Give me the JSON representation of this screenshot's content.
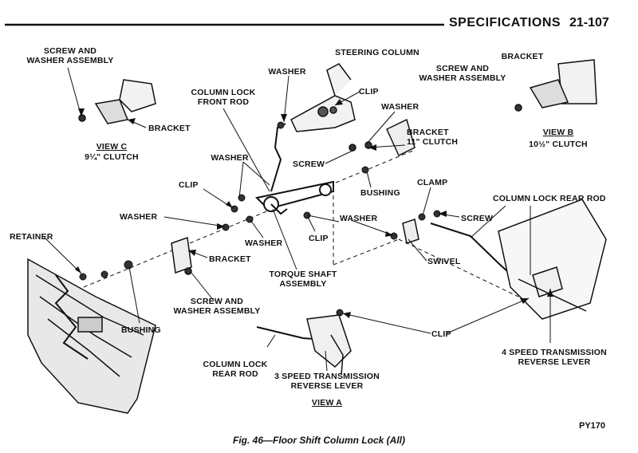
{
  "header": {
    "title": "SPECIFICATIONS",
    "page": "21-107"
  },
  "caption": "Fig. 46—Floor Shift Column Lock (All)",
  "figure_ref": "PY170",
  "view_c": {
    "screw_and_washer": [
      "SCREW AND",
      "WASHER ASSEMBLY"
    ],
    "bracket": "BRACKET",
    "title": "VIEW C",
    "subtitle": "9¼\" CLUTCH"
  },
  "view_b": {
    "bracket": "BRACKET",
    "screw_and_washer": [
      "SCREW AND",
      "WASHER ASSEMBLY"
    ],
    "title": "VIEW B",
    "subtitle": "10½\" CLUTCH"
  },
  "view_a": {
    "column_lock_rear_rod": [
      "COLUMN LOCK",
      "REAR ROD"
    ],
    "reverse_lever": [
      "3 SPEED TRANSMISSION",
      "REVERSE LEVER"
    ],
    "title": "VIEW A"
  },
  "labels": {
    "washer_top": "WASHER",
    "steering_column": "STEERING COLUMN",
    "column_lock_front_rod": [
      "COLUMN LOCK",
      "FRONT ROD"
    ],
    "clip_top": "CLIP",
    "washer_mid_right": "WASHER",
    "screw": "SCREW",
    "bracket_11": [
      "BRACKET",
      "11\" CLUTCH"
    ],
    "washer_left": "WASHER",
    "clip_left": "CLIP",
    "bushing_right": "BUSHING",
    "clamp": "CLAMP",
    "column_lock_rear_rod": "COLUMN LOCK REAR ROD",
    "washer_row": "WASHER",
    "washer_center": "WASHER",
    "washer_lower": "WASHER",
    "clip_center": "CLIP",
    "screw_clamp": "SCREW",
    "retainer": "RETAINER",
    "bracket_lower": "BRACKET",
    "swivel": "SWIVEL",
    "torque_shaft": [
      "TORQUE SHAFT",
      "ASSEMBLY"
    ],
    "screw_and_washer_lower": [
      "SCREW AND",
      "WASHER ASSEMBLY"
    ],
    "bushing_lower": "BUSHING",
    "clip_bottom": "CLIP",
    "four_speed_lever": [
      "4 SPEED TRANSMISSION",
      "REVERSE LEVER"
    ]
  }
}
